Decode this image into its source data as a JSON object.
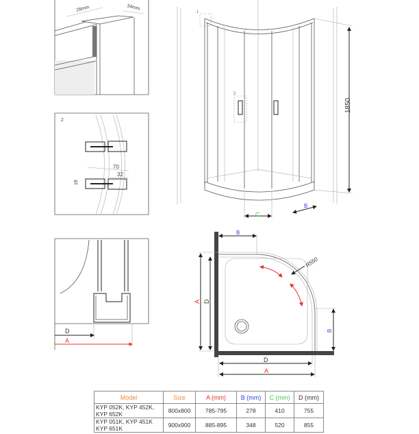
{
  "colors": {
    "model": "#f08a3c",
    "size": "#f08a3c",
    "a": "#e8302a",
    "b": "#3344dd",
    "c": "#44cc44",
    "d": "#333333"
  },
  "detail1": {
    "width_label": "28mm",
    "depth_label": "34mm"
  },
  "detail2": {
    "number": "2",
    "dim_70": "70",
    "dim_32": "32",
    "dim_18": "18"
  },
  "detail3": {
    "label_d": "D",
    "label_a": "A"
  },
  "elevation": {
    "callout_1": "1",
    "callout_2": "2",
    "height_label": "1850",
    "label_c": "C",
    "label_b": "B"
  },
  "plan": {
    "label_b_top": "B",
    "label_b_right": "B",
    "label_a_left": "A",
    "label_d_left": "D",
    "label_d_bottom": "D",
    "label_a_bottom": "A",
    "radius_label": "R550"
  },
  "table": {
    "headers": [
      "Model",
      "Size",
      "A (mm)",
      "B (mm)",
      "C (mm)",
      "D (mm)"
    ],
    "rows": [
      {
        "model": "KYP 052K, KYP 452K, KYP 652K",
        "size": "800x800",
        "a": "785-795",
        "b": "278",
        "c": "410",
        "d": "755"
      },
      {
        "model": "KYP 051K, KYP 451K KYP 651K",
        "size": "900x900",
        "a": "885-895",
        "b": "348",
        "c": "520",
        "d": "855"
      }
    ]
  }
}
